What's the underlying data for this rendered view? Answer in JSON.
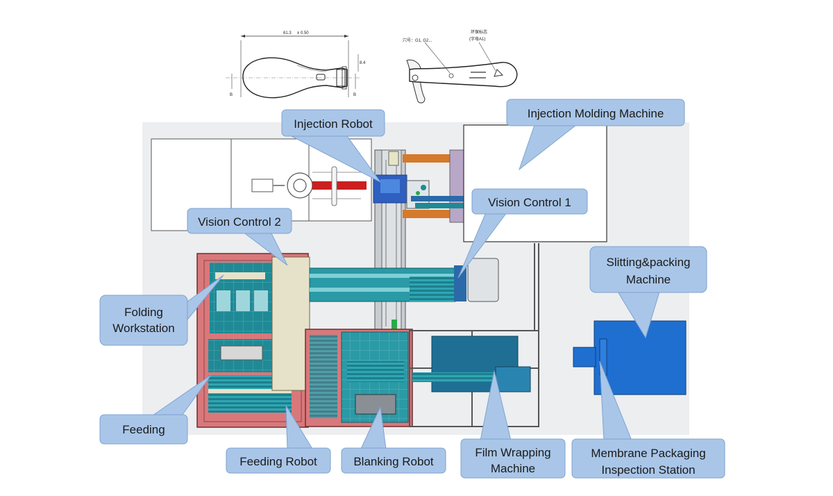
{
  "dimensions": {
    "spoon_length": "61.3",
    "spoon_tolerance": "± 0.50",
    "handle_width": "8.4",
    "section_mark": "B"
  },
  "spoon_side_notes": {
    "note_left": "穴号：G1, G2...",
    "note_right_line1": "环保标志",
    "note_right_line2": "(字母A1)"
  },
  "labels": {
    "injection_robot": "Injection Robot",
    "injection_molding_machine": "Injection Molding Machine",
    "vision_control_1": "Vision Control 1",
    "vision_control_2": "Vision Control 2",
    "folding_workstation_1": "Folding",
    "folding_workstation_2": "Workstation",
    "feeding": "Feeding",
    "feeding_robot": "Feeding Robot",
    "blanking_robot": "Blanking Robot",
    "film_wrapping_1": "Film Wrapping",
    "film_wrapping_2": "Machine",
    "slitting_1": "Slitting&packing",
    "slitting_2": "Machine",
    "membrane_1": "Membrane Packaging",
    "membrane_2": "Inspection Station"
  },
  "colors": {
    "callout_fill": "#a9c6e8",
    "callout_stroke": "#7fa3cf",
    "frame_pink": "#d9787b",
    "teal": "#1f8a96",
    "blue_block": "#1f6fd1",
    "red_rod": "#cc1f1f",
    "orange_bar": "#d5792c",
    "dark_blue_unit": "#2a6aa8"
  }
}
